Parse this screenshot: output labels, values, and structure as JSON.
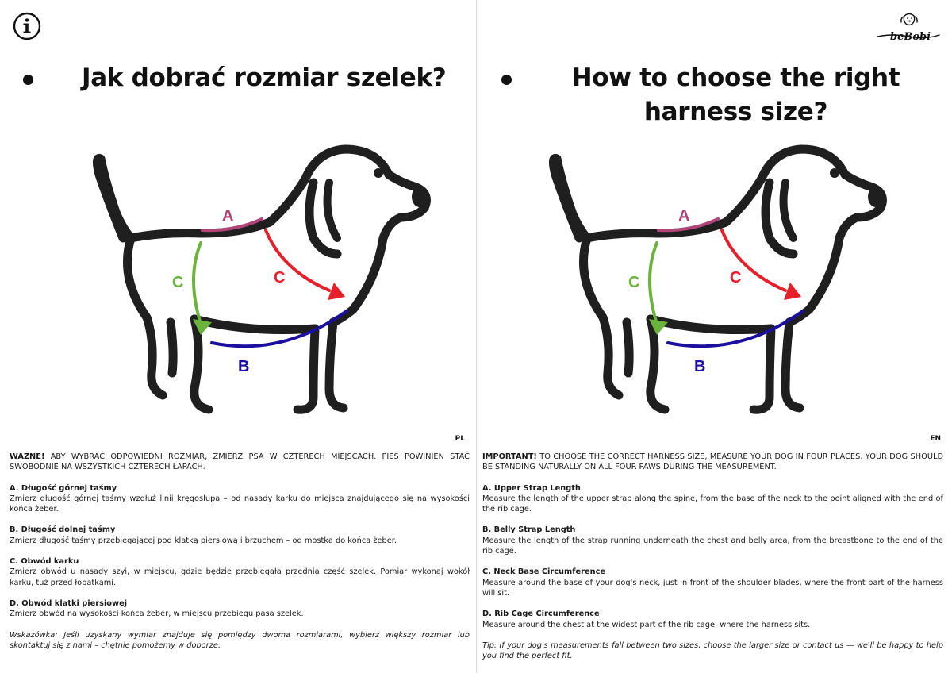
{
  "brand": {
    "name": "beBobi"
  },
  "polish": {
    "title": "Jak dobrać rozmiar szelek?",
    "lang": "PL",
    "diagram_labels": {
      "a": "A",
      "b": "B",
      "c_left": "C",
      "c_right": "C"
    },
    "intro_strong": "WAŻNE!",
    "intro_rest": " ABY WYBRAĆ ODPOWIEDNI ROZMIAR, ZMIERZ PSA W CZTERECH MIEJSCACH. PIES POWINIEN STAĆ SWOBODNIE NA WSZYSTKICH CZTERECH ŁAPACH.",
    "sections": [
      {
        "title": "A. Długość górnej taśmy",
        "body": "Zmierz długość górnej taśmy wzdłuż linii kręgosłupa – od nasady karku do miejsca znajdującego się na wysokości końca żeber."
      },
      {
        "title": "B. Długość dolnej taśmy",
        "body": "Zmierz długość taśmy przebiegającej pod klatką piersiową i brzuchem – od mostka do końca żeber."
      },
      {
        "title": "C. Obwód karku",
        "body": "Zmierz obwód u nasady szyi, w miejscu, gdzie będzie przebiegała przednia część szelek. Pomiar wykonaj wokół karku, tuż przed łopatkami."
      },
      {
        "title": "D. Obwód klatki piersiowej",
        "body": "Zmierz obwód na wysokości końca żeber, w miejscu przebiegu pasa szelek."
      }
    ],
    "tip": "Wskazówka: Jeśli uzyskany wymiar znajduje się pomiędzy dwoma rozmiarami, wybierz większy rozmiar lub skontaktuj się z nami – chętnie pomożemy w doborze."
  },
  "english": {
    "title": "How to choose the right harness size?",
    "lang": "EN",
    "diagram_labels": {
      "a": "A",
      "b": "B",
      "c_left": "C",
      "c_right": "C"
    },
    "intro_strong": "IMPORTANT!",
    "intro_rest": " TO CHOOSE THE CORRECT HARNESS SIZE, MEASURE YOUR DOG IN FOUR PLACES. YOUR DOG SHOULD BE STANDING NATURALLY ON ALL FOUR PAWS DURING THE MEASUREMENT.",
    "sections": [
      {
        "title": "A. Upper Strap Length",
        "body": "Measure the length of the upper strap along the spine, from the base of the neck to the point aligned with the end of the rib cage."
      },
      {
        "title": "B. Belly Strap Length",
        "body": "Measure the length of the strap running underneath the chest and belly area, from the breastbone to the end of the rib cage."
      },
      {
        "title": "C. Neck Base Circumference",
        "body": "Measure around the base of your dog's neck, just in front of the shoulder blades, where the front part of the harness will sit."
      },
      {
        "title": "D. Rib Cage Circumference",
        "body": "Measure around the chest at the widest part of the rib cage, where the harness sits."
      }
    ],
    "tip": "Tip: If your dog's measurements fall between two sizes, choose the larger size or contact us — we'll be happy to help you find the perfect fit."
  },
  "colors": {
    "strap_a": "#b0457a",
    "strap_b": "#1c0fa0",
    "arrow_c_green": "#6cb33e",
    "arrow_c_red": "#e4202a",
    "outline": "#1f1f1f"
  }
}
